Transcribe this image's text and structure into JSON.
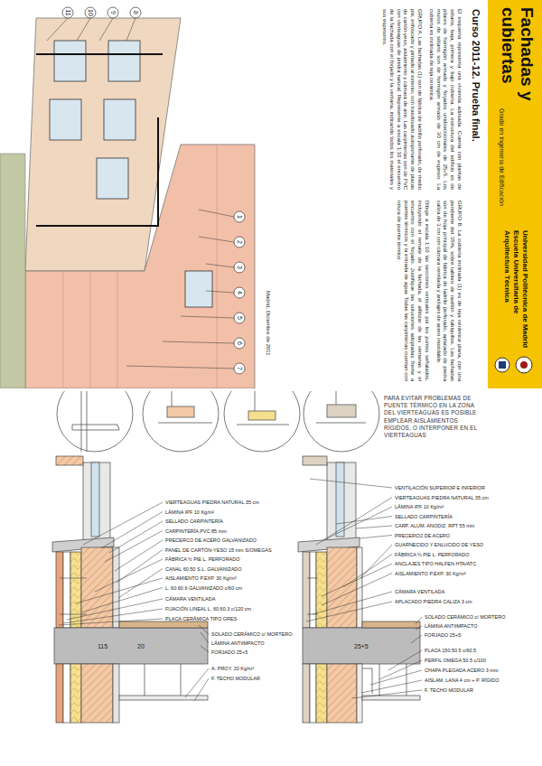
{
  "diagram": {
    "title": "Fachadas y cubiertas",
    "nodes": [
      {
        "text": [
          "Grado en Ingeniería de Edificación",
          "Universidad Politécnica de Madrid Escuela Universitaria de Arquitectura Técnica"
        ]
      }
    ],
    "labels": [
      "Curso 2011-12. Prueba final.",
      "El esquema representa una vivienda adosada. Cuenta con plantas de sótano, baja, primera y bajo cubierta. La estructura del edificio es de pilares de hormigón armado y forjados unidireccionales de 25+5. Los muros de sótano son de hormigón armado de 30 cm de espesor. La cubierta es inclinada de teja cerámica.",
      "GRUPO A. Las fachadas (1) son de fábrica de ladrillo perforado, de medio pie, enfoscado y pintado al exterior, con trasdosado autoportante de placas de cartón-yeso, aislamiento y cámara de aire. Las carpinterías son de PVC con vierteaguas de piedra natural. Represente a escala 1:10 el encuentro de la fachada con el forjado y la ventana, indicando todos los materiales y sus espesores.",
      "GRUPO B. La cubierta inclinada (1) es de teja cerámica plana, con una pendiente del 35%, sobre tablero de rasillón y tabiquillos. Las fachadas son de hoja principal de fábrica de ladrillo perforado, aplacado de piedra caliza de 3 cm con cámara ventilada y anclajes de acero inoxidable.",
      "Dibuje a escala 1:10 las secciones verticales por los puntos señalados, incluyendo el remate de la fachada, el alféizar de las ventanas y el encuentro con el forjado. Justifique las soluciones adoptadas frente a puentes térmicos y la entrada de agua. Todas las carpinterías cuentan con rotura de puente térmico.",
      "Madrid, Diciembre de 2011",
      "1",
      "2",
      "3",
      "4",
      "5",
      "6",
      "7",
      "8",
      "9",
      "10",
      "11",
      "PARA EVITAR PROBLEMAS DE PUENTE TÉRMICO EN LA ZONA DEL VIERTEAGUAS ES POSIBLE EMPLEAR AISLAMIENTOS RÍGIDOS, O INTERPONER EN EL VIERTEAGUAS",
      "VIERTEAGUAS PIEDRA NATURAL 35 cm",
      "LÁMINA IPF 10 Kg/m²",
      "SELLADO CARPINTERÍA",
      "CARPINTERÍA PVC 85 mm",
      "PRECERCO DE ACERO GALVANIZADO",
      "PANEL DE CARTÓN-YESO 15 mm S/OMEGAS",
      "FÁBRICA ½ PIE L. PERFORADO",
      "CANAL 60.50 S.L. GALVANIZADO",
      "AISLAMIENTO P.EXP. 30 Kg/m³",
      "L. 60.60.6 GALVANIZADO c/60 cm",
      "CÁMARA VENTILADA",
      "FIJACIÓN LINEAL L. 60.60.3 c/120 cm",
      "PLACA CERÁMICA TIPO GRES",
      "SOLADO CERÁMICO c/ MORTERO",
      "LÁMINA ANTIIMPACTO",
      "FORJADO 25+5",
      "A. PROY. 20 Kg/m³",
      "F. TECHO MODULAR",
      "115",
      "20",
      "VENTILACIÓN SUPERIOR E INFERIOR",
      "VIERTEAGUAS PIEDRA NATURAL 35 cm",
      "LÁMINA IPF 10 Kg/m²",
      "SELLADO CARPINTERÍA",
      "CARP. ALUM. ANODIZ. RPT 55 mm",
      "PRECERCO DE ACERO",
      "GUARNECIDO Y ENLUCIDO DE YESO",
      "FÁBRICA ½ PIE L. PERFORADO",
      "ANCLAJES TIPO HALFEN HTA/ATC",
      "AISLAMIENTO P.EXP. 30 Kg/m³",
      "CÁMARA VENTILADA",
      "APLACADO PIEDRA CALIZA 3 cm",
      "SOLADO CERÁMICO c/ MORTERO",
      "LÁMINA ANTIIMPACTO",
      "FORJADO 25+5",
      "PLACA 150.50.5 c/60.5",
      "PERFIL OMEGA 50.5 c/100",
      "CHAPA PLEGADA ACERO 3 mm",
      "AISLAM. LANA 4 cm + P. RÍGIDO",
      "F. TECHO MODULAR",
      "25+5"
    ]
  }
}
